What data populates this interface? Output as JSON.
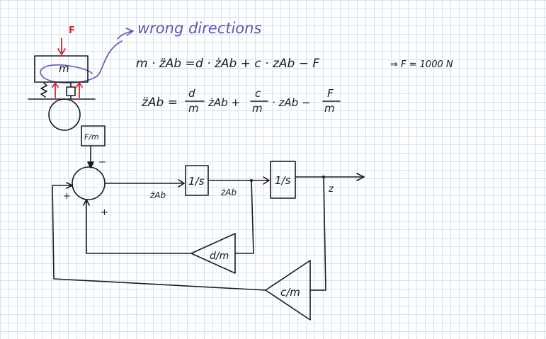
{
  "annotation": {
    "text": "wrong directions",
    "color": "#5a55b8"
  },
  "sketch": {
    "force_label": "F",
    "mass_label": "m",
    "force_color": "#e0202c"
  },
  "equations": {
    "eq1": {
      "lhs": "m · z̈Ab =",
      "rhs": "d · żAb + c · zAb − F"
    },
    "result": "⇒ F = 1000 N",
    "eq2": {
      "lhs": "z̈Ab =",
      "term1_num": "d",
      "term1_den": "m",
      "term1_var": "żAb +",
      "term2_num": "c",
      "term2_den": "m",
      "term2_var": "· zAb −",
      "term3_num": "F",
      "term3_den": "m"
    }
  },
  "block_diagram": {
    "input_block": "F/m",
    "sign_minus": "−",
    "sign_plus_left": "+",
    "sign_plus_bottom": "+",
    "integrator_1": "1/s",
    "integrator_2": "1/s",
    "gain_d": "d/m",
    "gain_c": "c/m",
    "signal_acc": "z̈Ab",
    "signal_vel": "żAb",
    "signal_out": "z"
  },
  "ink_color": "#1b1b1b"
}
